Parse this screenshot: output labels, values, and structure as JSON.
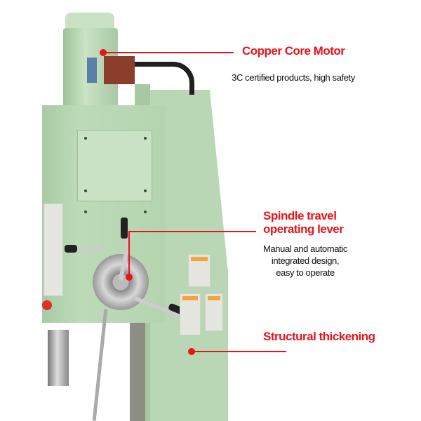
{
  "callouts": [
    {
      "title": "Copper Core Motor",
      "subtitle": "3C certified products, high safety"
    },
    {
      "title_lines": [
        "Spindle travel",
        "operating lever"
      ],
      "subtitle_lines": [
        "Manual and automatic",
        "integrated design,",
        "easy to operate"
      ]
    },
    {
      "title": "Structural thickening"
    }
  ],
  "colors": {
    "accent": "#e8141b",
    "machine_green": "#b9d7b4"
  }
}
